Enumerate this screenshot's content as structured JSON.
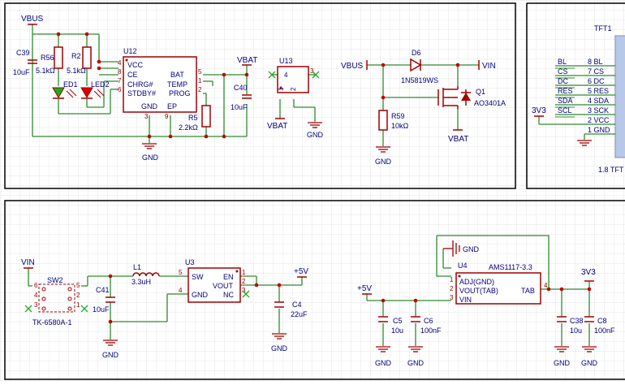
{
  "colors": {
    "wire": "#2e8b2e",
    "body": "#a00000",
    "text": "#00007f",
    "pin": "#8b0000",
    "junction": "#c00000",
    "sheet": "#000000",
    "grid": "#e4e4e4",
    "nc": "#22aa22",
    "led_green": "#1faa1f",
    "led_red": "#dd0000",
    "tft_body": "#b8c8e8"
  },
  "block1": {
    "vbus_top": "VBUS",
    "c39_ref": "C39",
    "c39_val": "10uF",
    "r56_ref": "R56",
    "r56_val": "5.1kΩ",
    "r2_ref": "R2",
    "r2_val": "5.1kΩ",
    "ed1": "ED1",
    "led2": "LED2",
    "u12_ref": "U12",
    "u12_pins_left": [
      "VCC",
      "CE",
      "CHRG#",
      "STDBY#"
    ],
    "u12_pin_nums_left": [
      "4",
      "8",
      "7",
      "6"
    ],
    "u12_pins_right": [
      "BAT",
      "TEMP",
      "PROG"
    ],
    "u12_pin_nums_right": [
      "5",
      "1",
      "2"
    ],
    "u12_gnd": "GND",
    "u12_ep": "EP",
    "u12_bottom_nums": [
      "3",
      "9"
    ],
    "vbat": "VBAT",
    "c40_ref": "C40",
    "c40_val": "10uF",
    "r5_ref": "R5",
    "r5_val": "2.2kΩ",
    "gnd": "GND",
    "u13_ref": "U13",
    "u13_pins": [
      "4",
      "3",
      "1",
      "2"
    ],
    "u13_vbat": "VBAT",
    "u13_gnd": "GND"
  },
  "block2": {
    "vbus": "VBUS",
    "d6_ref": "D6",
    "d6_val": "1N5819WS",
    "vin": "VIN",
    "q1_ref": "Q1",
    "q1_val": "AO3401A",
    "r59_ref": "R59",
    "r59_val": "10kΩ",
    "gnd": "GND",
    "vbat": "VBAT"
  },
  "block3": {
    "title": "TFT1",
    "pins": [
      {
        "net": "BL",
        "label": "8 BL"
      },
      {
        "net": "CS",
        "label": "7 CS"
      },
      {
        "net": "DC",
        "label": "6 DC"
      },
      {
        "net": "RES",
        "label": "5 RES"
      },
      {
        "net": "SDA",
        "label": "4 SDA"
      },
      {
        "net": "SCL",
        "label": "3 SCK"
      },
      {
        "net": "",
        "label": "2 VCC"
      },
      {
        "net": "",
        "label": "1 GND"
      }
    ],
    "v3v3": "3V3",
    "footer": "1.8 TFT"
  },
  "block4": {
    "vin": "VIN",
    "sw2_ref": "SW2",
    "sw2_val": "TK-6580A-1",
    "sw2_pins_left": [
      "6",
      "4",
      "3"
    ],
    "sw2_pins_right": [
      "5",
      "2",
      "1"
    ],
    "c41_ref": "C41",
    "c41_val": "10uF",
    "l1_ref": "L1",
    "l1_val": "3.3uH",
    "u3_ref": "U3",
    "u3_pins_left": [
      "SW",
      "GND"
    ],
    "u3_nums_left": [
      "5",
      "4"
    ],
    "u3_pins_right": [
      "EN",
      "VOUT",
      "NC"
    ],
    "u3_nums_right": [
      "1",
      "2",
      "3"
    ],
    "plus5v": "+5V",
    "c4_ref": "C4",
    "c4_val": "22uF",
    "gnd": "GND"
  },
  "block5": {
    "gnd_top": "GND",
    "u4_ref": "U4",
    "u4_val": "AMS1117-3.3",
    "u4_pins": [
      "ADJ(GND)",
      "VOUT(TAB)",
      "VIN"
    ],
    "u4_nums": [
      "1",
      "2",
      "3"
    ],
    "u4_tab": "TAB",
    "u4_tab_num": "4",
    "plus5v": "+5V",
    "c5_ref": "C5",
    "c5_val": "10u",
    "c6_ref": "C6",
    "c6_val": "100nF",
    "v3v3": "3V3",
    "c38_ref": "C38",
    "c38_val": "10u",
    "c8_ref": "C8",
    "c8_val": "100nF",
    "gnd": "GND"
  }
}
